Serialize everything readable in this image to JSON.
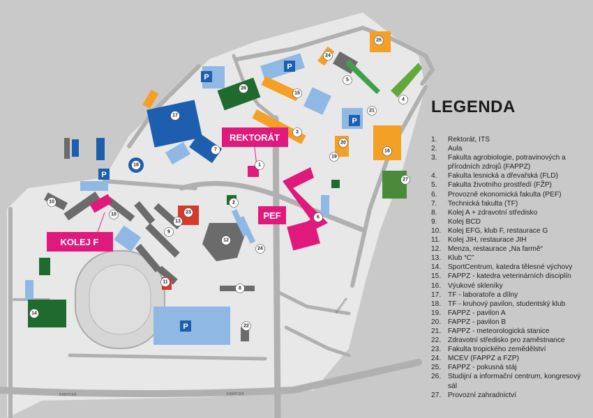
{
  "legend": {
    "title": "LEGENDA",
    "items": [
      {
        "n": "1.",
        "text": "Rektorát, ITS"
      },
      {
        "n": "2.",
        "text": "Aula"
      },
      {
        "n": "3.",
        "text": "Fakulta agrobiologie, potravinových a přírodních zdrojů (FAPPZ)"
      },
      {
        "n": "4.",
        "text": "Fakulta lesnická a dřevařská (FLD)"
      },
      {
        "n": "5.",
        "text": "Fakulta životního prostředí (FŽP)"
      },
      {
        "n": "6.",
        "text": "Provozně ekonomická fakulta (PEF)"
      },
      {
        "n": "7.",
        "text": "Technická fakulta (TF)"
      },
      {
        "n": "8.",
        "text": "Kolej A + zdravotní středisko"
      },
      {
        "n": "9.",
        "text": "Kolej BCD"
      },
      {
        "n": "10.",
        "text": "Kolej EFG, klub F, restaurace G"
      },
      {
        "n": "11.",
        "text": "Kolej JIH, restaurace JIH"
      },
      {
        "n": "12.",
        "text": "Menza, restaurace „Na farmě“"
      },
      {
        "n": "13.",
        "text": "Klub “C”"
      },
      {
        "n": "14.",
        "text": "SportCentrum, katedra tělesné výchovy"
      },
      {
        "n": "15.",
        "text": "FAPPZ - katedra veterinárních disciplín"
      },
      {
        "n": "16.",
        "text": "Výukové skleníky"
      },
      {
        "n": "17.",
        "text": "TF - laboratoře a dílny"
      },
      {
        "n": "18.",
        "text": "TF - kruhový pavilon, studentský klub"
      },
      {
        "n": "19.",
        "text": "FAPPZ - pavilon A"
      },
      {
        "n": "20.",
        "text": "FAPPZ - pavilon B"
      },
      {
        "n": "21.",
        "text": "FAPPZ - meteorologická stanice"
      },
      {
        "n": "22.",
        "text": "Zdravotní středisko pro zaměstnance"
      },
      {
        "n": "23.",
        "text": "Fakulta tropického zemědělství"
      },
      {
        "n": "24.",
        "text": "MCEV (FAPPZ a FZP)"
      },
      {
        "n": "25.",
        "text": "FAPPZ - pokusná stáj"
      },
      {
        "n": "26.",
        "text": "Studijní a informační centrum, kongresový sál"
      },
      {
        "n": "27.",
        "text": "Provozní zahradnictví"
      }
    ]
  },
  "map": {
    "labels": {
      "rektorat": "REKTORÁT",
      "pef": "PEF",
      "kolej_f": "KOLEJ F"
    },
    "parking_symbol": "P",
    "streets": {
      "kamycka": "KAMÝCKÁ",
      "k_horizontu": "K Horizontu"
    },
    "markers": [
      "1",
      "2",
      "3",
      "4",
      "5",
      "6",
      "7",
      "8",
      "9",
      "10",
      "11",
      "12",
      "13",
      "14",
      "15",
      "16",
      "17",
      "18",
      "19",
      "20",
      "21",
      "22",
      "23",
      "24",
      "25",
      "26",
      "27"
    ],
    "colors": {
      "background": "#c9c9c9",
      "campus": "#e8e8e8",
      "road": "#b0b0b0",
      "pink": "#e0197d",
      "dark_blue": "#1d5fae",
      "light_blue": "#8fb8e4",
      "orange": "#f3a025",
      "green": "#1f6b2e",
      "grey_building": "#6b6b6b",
      "red": "#d63a2a"
    }
  }
}
